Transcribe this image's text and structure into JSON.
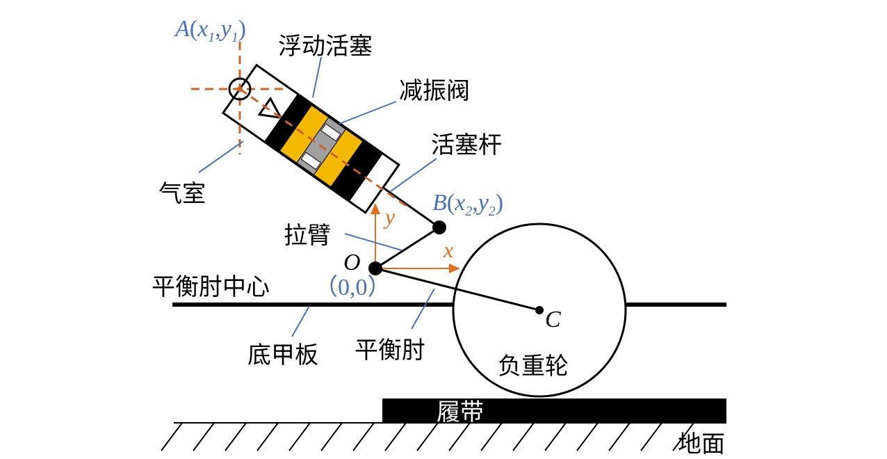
{
  "labels": {
    "floating_piston": "浮动活塞",
    "damping_valve": "减振阀",
    "piston_rod": "活塞杆",
    "air_chamber": "气室",
    "pull_arm": "拉臂",
    "balance_elbow_center": "平衡肘中心",
    "bottom_armor_plate": "底甲板",
    "balance_elbow": "平衡肘",
    "road_wheel": "负重轮",
    "track": "履带",
    "ground": "地面"
  },
  "points": {
    "A": {
      "name": "A",
      "x": "x",
      "x_sub": "1",
      "y": "y",
      "y_sub": "1"
    },
    "B": {
      "name": "B",
      "x": "x",
      "x_sub": "2",
      "y": "y",
      "y_sub": "2"
    },
    "O": {
      "name": "O",
      "coords": "（0,0）"
    },
    "C": {
      "name": "C"
    }
  },
  "axes": {
    "x": "x",
    "y": "y"
  },
  "colors": {
    "point_label_blue": "#4a73b5",
    "axis_orange": "#e07020",
    "piston_yellow": "#f5b800",
    "valve_gray": "#a0a0a0"
  }
}
